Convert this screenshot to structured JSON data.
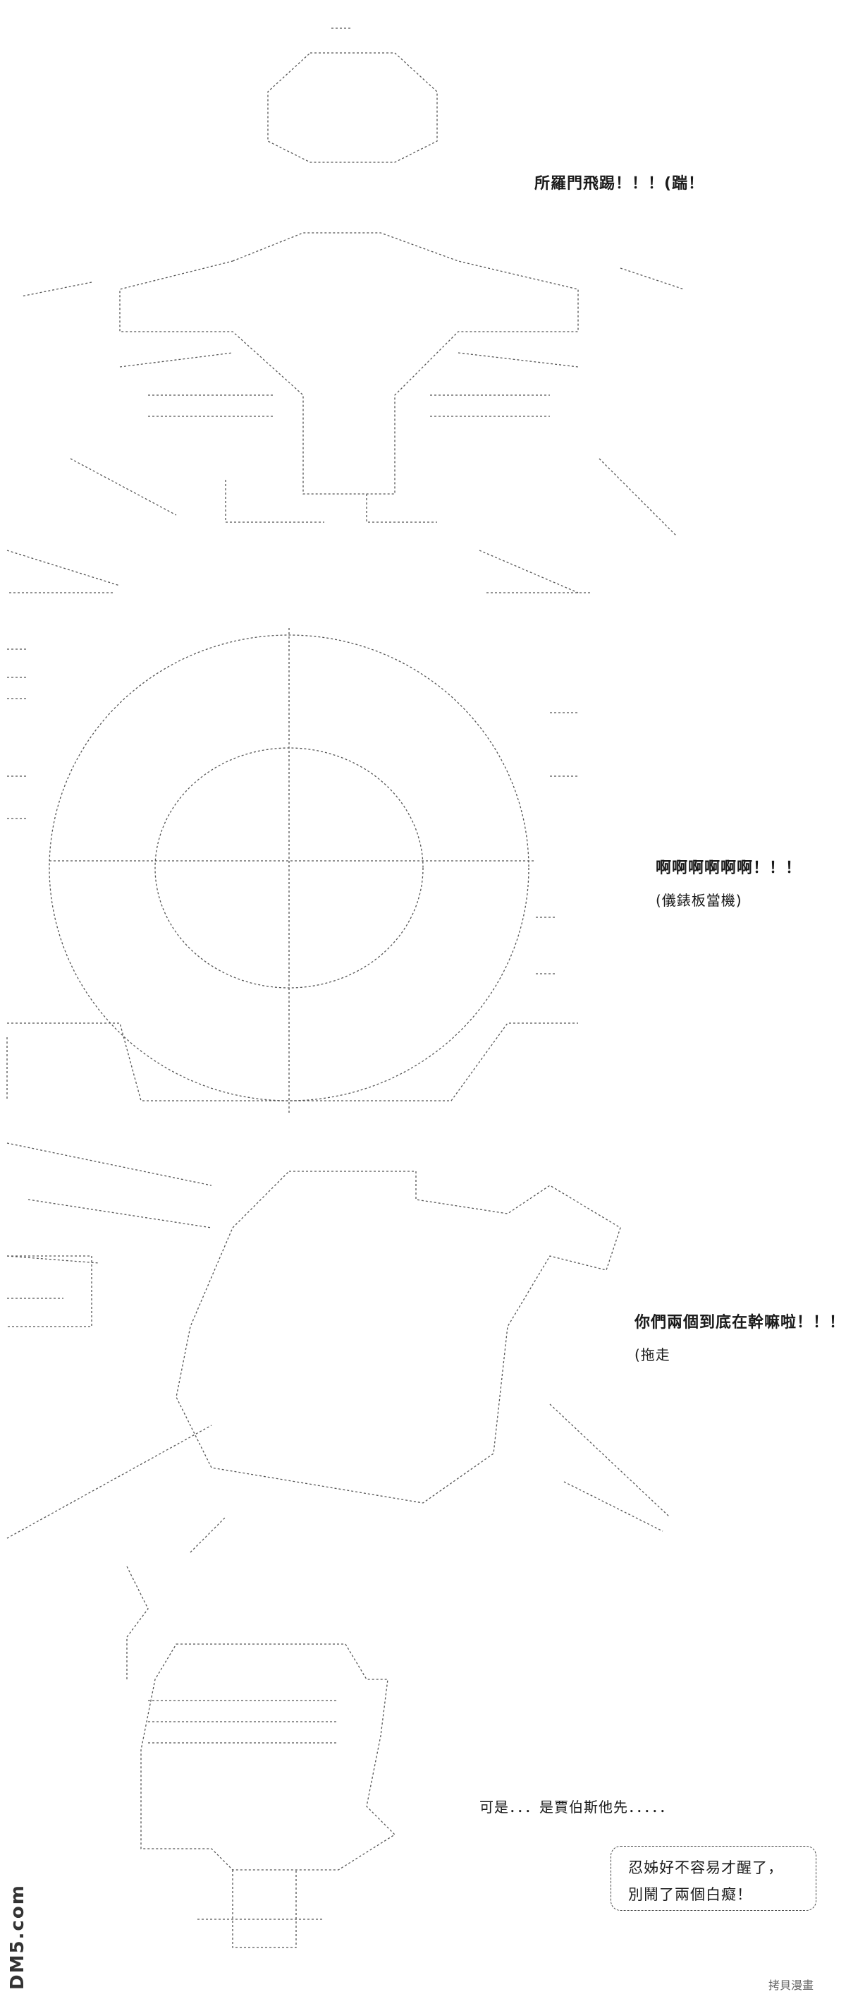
{
  "panels": [
    {
      "caption": "所羅門飛踢！！！(踹！"
    },
    {
      "caption": "啊啊啊啊啊啊！！！",
      "subcaption": "(儀錶板當機)"
    },
    {
      "caption": "你們兩個到底在幹嘛啦！！！",
      "subcaption": "(拖走"
    },
    {
      "caption": "可是．．．是賈伯斯他先．．．．．",
      "bubble": {
        "line1": "忍姊好不容易才醒了，",
        "line2": "別鬧了兩個白癡！"
      }
    }
  ],
  "logo": {
    "text": "DM5.com"
  },
  "watermark": {
    "text": "拷貝漫畫"
  }
}
